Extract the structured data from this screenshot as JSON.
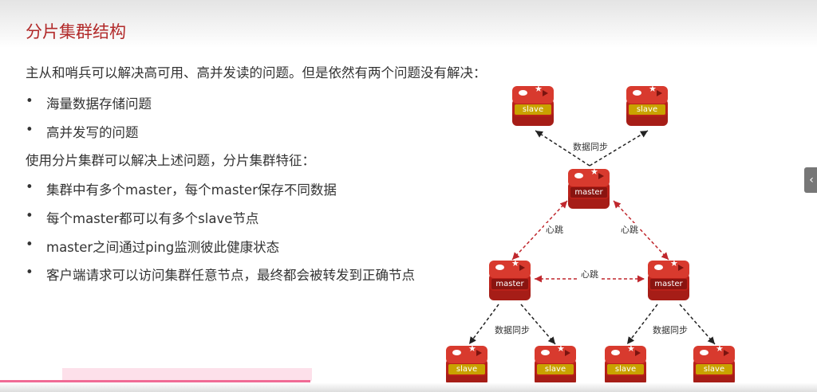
{
  "title": "分片集群结构",
  "intro": "主从和哨兵可以解决高可用、高并发读的问题。但是依然有两个问题没有解决：",
  "problems": [
    "海量数据存储问题",
    "高并发写的问题"
  ],
  "solution": "使用分片集群可以解决上述问题，分片集群特征：",
  "features": [
    "集群中有多个master，每个master保存不同数据",
    "每个master都可以有多个slave节点",
    "master之间通过ping监测彼此健康状态",
    "客户端请求可以访问集群任意节点，最终都会被转发到正确节点"
  ],
  "bullet": "•",
  "diagram": {
    "node_labels": {
      "master": "master",
      "slave": "slave"
    },
    "sync_label": "数据同步",
    "heartbeat_label": "心跳",
    "colors": {
      "heartbeat": "#c0272d",
      "sync": "#222222",
      "node": "#c8281f",
      "slave_band": "#c9a200"
    }
  },
  "side_button": "‹",
  "video_progress": 0.38
}
